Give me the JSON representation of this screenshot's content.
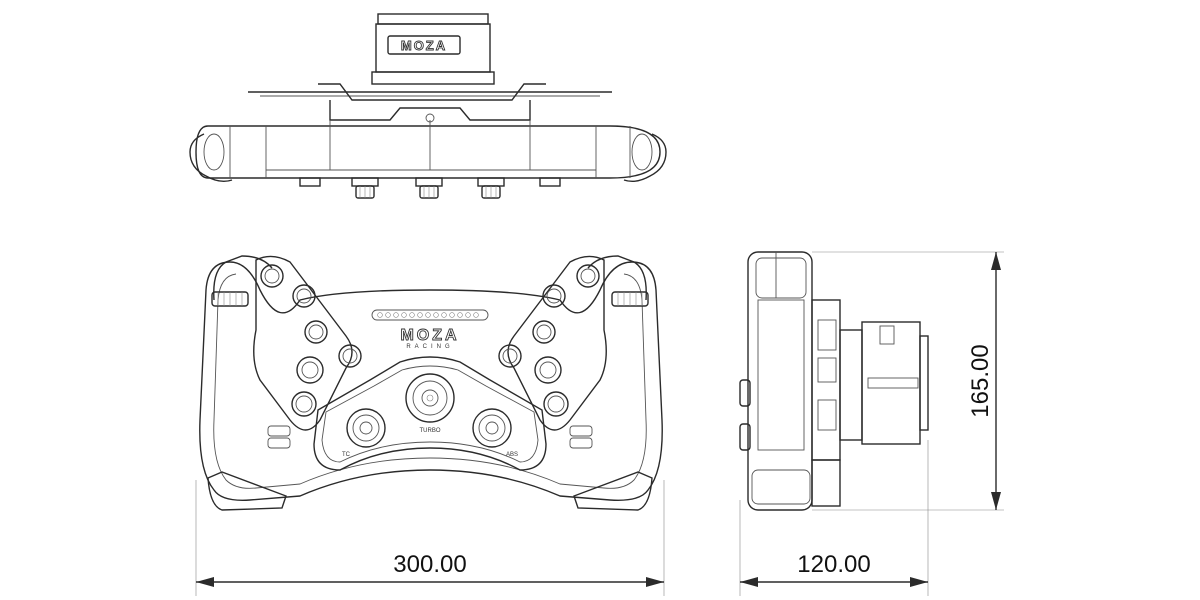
{
  "drawing": {
    "brand": "MOZA",
    "sub_brand": "RACING",
    "knob_labels": {
      "center": "TURBO",
      "left": "TC",
      "right": "ABS"
    }
  },
  "dimensions": {
    "width": "300.00",
    "depth": "120.00",
    "height": "165.00"
  },
  "colors": {
    "line": "#2b2b2b",
    "background": "#ffffff"
  }
}
